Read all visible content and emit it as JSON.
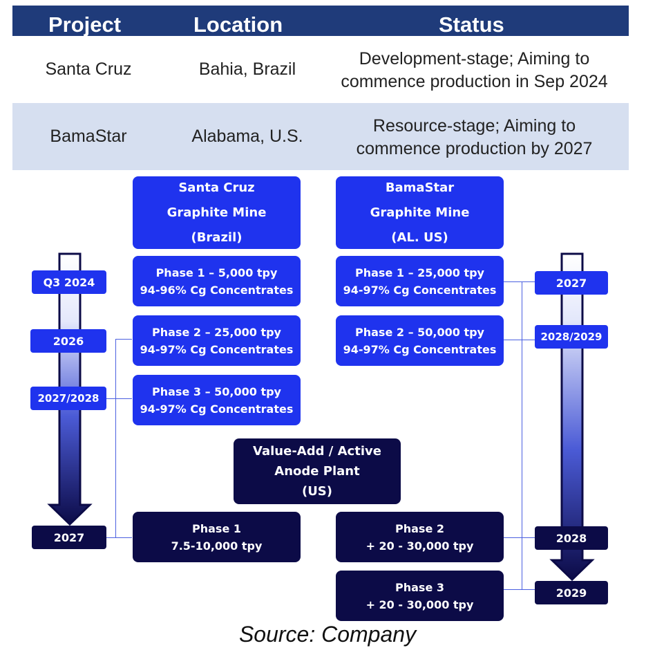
{
  "table": {
    "headers": [
      "Project",
      "Location",
      "Status"
    ],
    "rows": [
      {
        "project": "Santa Cruz",
        "location": "Bahia, Brazil",
        "status_line1": "Development-stage; Aiming to",
        "status_line2": "commence production in Sep 2024"
      },
      {
        "project": "BamaStar",
        "location": "Alabama, U.S.",
        "status_line1": "Resource-stage; Aiming to",
        "status_line2": "commence production by 2027"
      }
    ]
  },
  "mines": {
    "santa_cruz": {
      "line1": "Santa Cruz",
      "line2": "Graphite Mine",
      "line3": "(Brazil)"
    },
    "bamastar": {
      "line1": "BamaStar",
      "line2": "Graphite Mine",
      "line3": "(AL. US)"
    }
  },
  "santa_cruz_phases": [
    {
      "line1": "Phase 1 – 5,000 tpy",
      "line2": "94-96% Cg Concentrates"
    },
    {
      "line1": "Phase 2 – 25,000 tpy",
      "line2": "94-97% Cg Concentrates"
    },
    {
      "line1": "Phase 3 – 50,000 tpy",
      "line2": "94-97% Cg Concentrates"
    }
  ],
  "bamastar_phases": [
    {
      "line1": "Phase 1 – 25,000 tpy",
      "line2": "94-97% Cg Concentrates"
    },
    {
      "line1": "Phase 2 – 50,000 tpy",
      "line2": "94-97% Cg Concentrates"
    }
  ],
  "plant": {
    "line1": "Value-Add / Active",
    "line2": "Anode Plant",
    "line3": "(US)"
  },
  "plant_phases": [
    {
      "line1": "Phase 1",
      "line2": "7.5-10,000 tpy"
    },
    {
      "line1": "Phase 2",
      "line2": "+ 20 - 30,000 tpy"
    },
    {
      "line1": "Phase 3",
      "line2": "+ 20 - 30,000 tpy"
    }
  ],
  "left_timeline": [
    "Q3 2024",
    "2026",
    "2027/2028",
    "2027"
  ],
  "right_timeline": [
    "2027",
    "2028/2029",
    "2028",
    "2029"
  ],
  "source": "Source: Company",
  "colors": {
    "header": "#1f3b7a",
    "row_alt": "#d6dff0",
    "blue": "#1f33ee",
    "navy": "#0c0b47"
  }
}
